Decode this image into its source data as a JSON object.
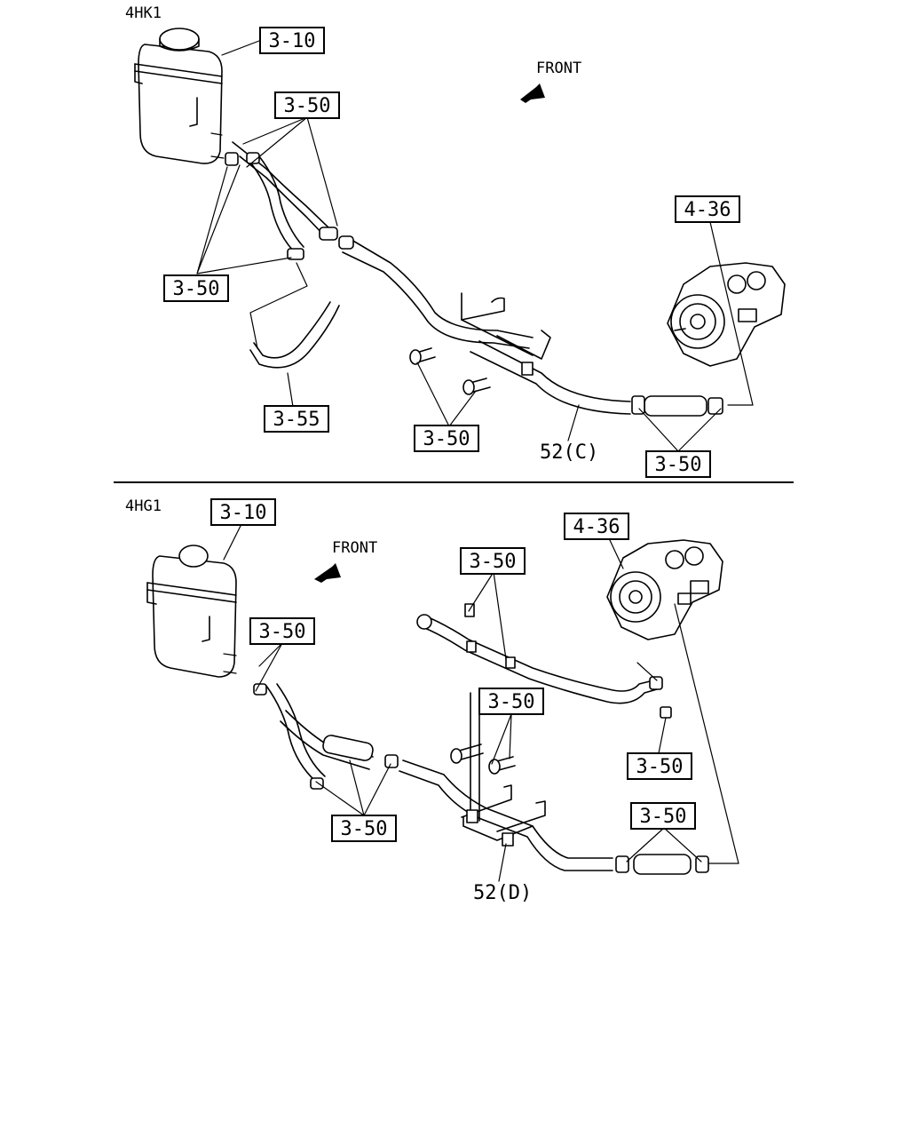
{
  "top": {
    "engine": "4HK1",
    "front": "FRONT",
    "callouts": [
      "3-10",
      "3-50",
      "3-50",
      "3-55",
      "4-36",
      "3-50",
      "3-50"
    ],
    "part": "52(C)"
  },
  "bottom": {
    "engine": "4HG1",
    "front": "FRONT",
    "callouts": [
      "3-10",
      "3-50",
      "4-36",
      "3-50",
      "3-50",
      "3-50",
      "3-50",
      "3-50"
    ],
    "part": "52(D)"
  }
}
